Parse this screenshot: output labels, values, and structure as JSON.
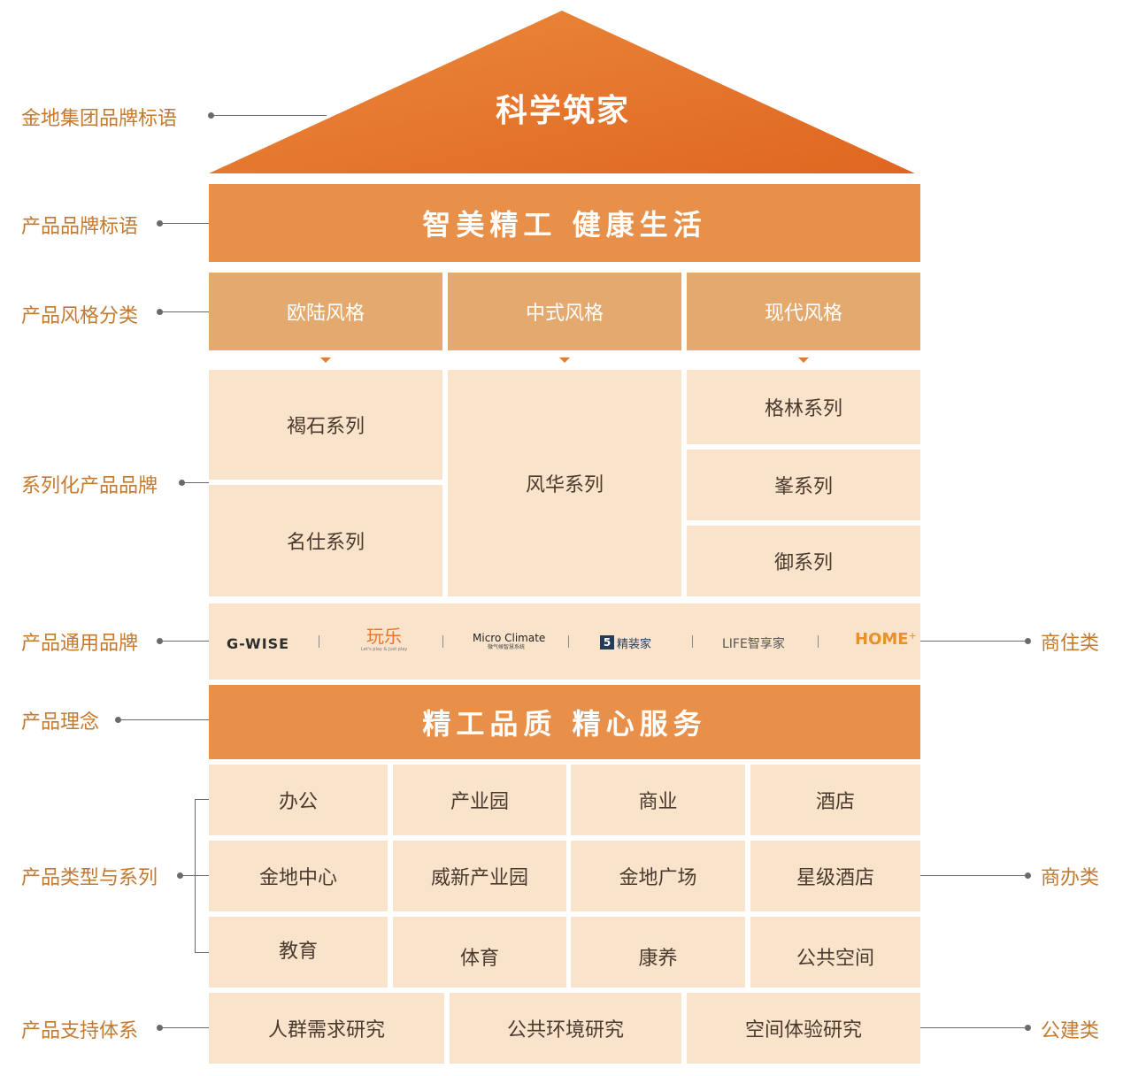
{
  "roof_title": "科学筑家",
  "product_slogan": "智美精工   健康生活",
  "styles": [
    "欧陆风格",
    "中式风格",
    "现代风格"
  ],
  "series": {
    "col1": [
      "褐石系列",
      "名仕系列"
    ],
    "col2": [
      "风华系列"
    ],
    "col3": [
      "格林系列",
      "峯系列",
      "御系列"
    ]
  },
  "logos": {
    "gwise": "G-WISE",
    "wanle_main": "玩乐",
    "wanle_sub": "Let's play & Just play",
    "micro_main": "Micro Climate",
    "micro_sub": "微气候智慧系统",
    "jingzhuang_num": "5",
    "jingzhuang_text": "精装家",
    "life": "LIFE智享家",
    "home": "HOME",
    "home_plus": "+"
  },
  "philosophy": "精工品质  精心服务",
  "types": {
    "row1": [
      "办公",
      "产业园",
      "商业",
      "酒店"
    ],
    "row2": [
      "金地中心",
      "威新产业园",
      "金地广场",
      "星级酒店"
    ],
    "row3": [
      "教育",
      "体育",
      "康养",
      "公共空间"
    ]
  },
  "support": [
    "人群需求研究",
    "公共环境研究",
    "空间体验研究"
  ],
  "left_labels": {
    "group_slogan": "金地集团品牌标语",
    "product_slogan": "产品品牌标语",
    "style_class": "产品风格分类",
    "series_brand": "系列化产品品牌",
    "general_brand": "产品通用品牌",
    "philosophy": "产品理念",
    "type_series": "产品类型与系列",
    "support": "产品支持体系"
  },
  "right_labels": {
    "residential": "商住类",
    "office": "商办类",
    "public": "公建类"
  },
  "colors": {
    "roof_orange": "#e36f22",
    "band_orange": "#e8904a",
    "style_tan": "#e4a96e",
    "light_peach": "#fae3cb",
    "label_brown": "#c3792f"
  }
}
